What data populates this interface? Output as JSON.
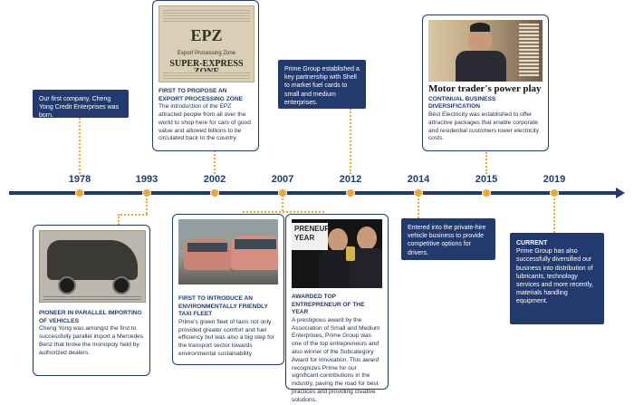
{
  "years": [
    "1978",
    "1993",
    "2002",
    "2007",
    "2012",
    "2014",
    "2015",
    "2019"
  ],
  "events": {
    "e1978": {
      "text": "Our first company, Cheng Yong Credit Enterprises was born."
    },
    "e1993": {
      "title": "PIONEER IN PARALLEL IMPORTING OF VEHICLES",
      "text": "Cheng Yong was amongst the first to successfully parallel import a Mercedes Benz that broke the monopoly held by authorized dealers."
    },
    "e2002": {
      "title": "FIRST TO PROPOSE AN EXPORT PROCESSING ZONE",
      "text": "The introduction of the EPZ attracted people from all over the world to shop here for cars of good value and allowed billions to be circulated back to the country.",
      "clip_heading": "EPZ",
      "clip_sub": "Export Processing Zone",
      "clip_banner": "SUPER-EXPRESS ZONE"
    },
    "e2007a": {
      "title": "FIRST TO INTRODUCE AN ENVIRONMENTALLY FRIENDLY TAXI FLEET",
      "text": "Prime's green fleet of taxis not only provided greater comfort and fuel efficiency but was also a big step for the transport sector towards environmental sustainability"
    },
    "e2007b": {
      "title": "AWARDED TOP ENTREPRENEUR OF THE YEAR",
      "text": "A prestigious award by the Association of Small and Medium Enterprises, Prime Group was one of the top entrepreneurs and also winner of the Subcategory Award for Innovation. This award recognizes Prime for our significant contributions in the industry, paving the road for best practices and providing creative solutions.",
      "banner": "PRENEUR",
      "banner2": "YEAR"
    },
    "e2012": {
      "text": "Prime Group established a key partnership with Shell to market fuel cards to small and medium enterprises."
    },
    "e2014": {
      "text": "Entered into the private-hire vehicle business to provide competitive options for drivers."
    },
    "e2015": {
      "headline": "Motor trader's power play",
      "title": "CONTINUAL BUSINESS DIVERSIFICATION",
      "text": "Best Electricity was established to offer attractive packages that enable corporate and residential customers lower electricity costs."
    },
    "e2019": {
      "title": "CURRENT",
      "text": "Prime Group has also successfully diversified our business into distribution of lubricants, technology services and more recently, materials handling equipment."
    }
  },
  "colors": {
    "navy": "#223a6e",
    "accent": "#f0a827"
  }
}
